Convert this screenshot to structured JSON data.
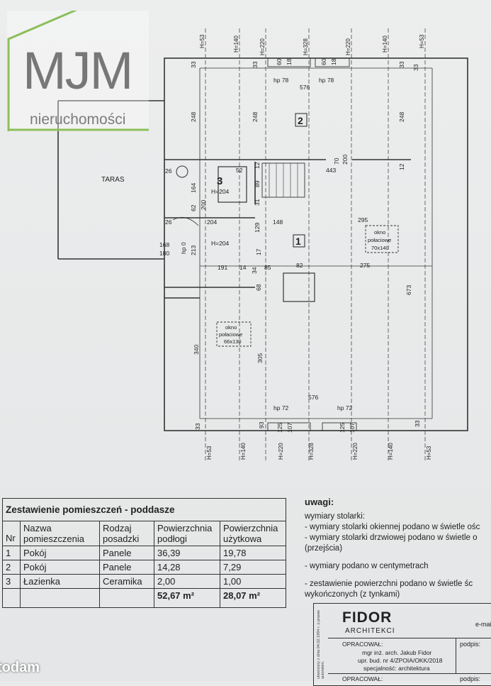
{
  "plan": {
    "height_labels_top": [
      "H=53",
      "H=140",
      "H=220",
      "H=328",
      "H=220",
      "H=140",
      "H=53"
    ],
    "height_labels_bottom": [
      "H=53",
      "H=140",
      "H=220",
      "H=328",
      "H=220",
      "H=140",
      "H=53"
    ],
    "taras": "TARAS",
    "room_numbers": [
      "1",
      "2",
      "3"
    ],
    "dims": {
      "d576_top": "576",
      "d576_bot": "576",
      "hp78a": "hp 78",
      "hp78b": "hp 78",
      "hp72a": "hp 72",
      "hp72b": "hp 72",
      "d248a": "248",
      "d248b": "248",
      "d248c": "248",
      "d33a": "33",
      "d33b": "33",
      "d33c": "33",
      "d33d": "33",
      "d33e": "33",
      "d33f": "33",
      "d60a": "60",
      "d18a": "18",
      "d60b": "60",
      "d18b": "18",
      "d443": "443",
      "d12a": "12",
      "d12b": "12",
      "d70": "70",
      "d200a": "200",
      "d26a": "26",
      "d26b": "26",
      "d52": "52",
      "d164": "164",
      "d89": "89",
      "d31": "31",
      "d62": "62",
      "d200b": "200",
      "d204a": "204",
      "d148": "148",
      "d295": "295",
      "d129": "129",
      "d213": "213",
      "d168": "168",
      "d180": "180",
      "hp0": "hp 0",
      "d191": "191",
      "d14": "14",
      "d85": "85",
      "d82": "82",
      "d275": "275",
      "d34": "34",
      "d17": "17",
      "d68": "68",
      "d673": "673",
      "d340": "340",
      "d305": "305",
      "d125a": "125",
      "d107a": "107",
      "d125b": "125",
      "d107b": "107",
      "d93": "93"
    },
    "h204a": "H=204",
    "h204b": "H=204",
    "okno1": [
      "okno",
      "połaciowe",
      "70x140"
    ],
    "okno2": [
      "okno",
      "połaciowe",
      "66x130"
    ]
  },
  "logo": {
    "mark": "MJM",
    "subtitle": "nieruchomości"
  },
  "table": {
    "title": "Zestawienie pomieszczeń - poddasze",
    "headers": [
      "Nr",
      "Nazwa pomieszczenia",
      "Rodzaj posadzki",
      "Powierzchnia podłogi",
      "Powierzchnia użytkowa"
    ],
    "rows": [
      [
        "1",
        "Pokój",
        "Panele",
        "36,39",
        "19,78"
      ],
      [
        "2",
        "Pokój",
        "Panele",
        "14,28",
        "7,29"
      ],
      [
        "3",
        "Łazienka",
        "Ceramika",
        "2,00",
        "1,00"
      ]
    ],
    "totals": [
      "52,67 m²",
      "28,07 m²"
    ]
  },
  "notes": {
    "heading": "uwagi:",
    "lines": [
      "wymiary stolarki:",
      "- wymiary stolarki okiennej podano w świetle ośc",
      "- wymiary stolarki drzwiowej podano w świetle o",
      "(przejścia)",
      "- wymiary podano w centymetrach",
      "- zestawienie powierzchni podano w świetle śc",
      "wykończonych (z tynkami)"
    ]
  },
  "stamp": {
    "brand": "FIDOR",
    "sub": "ARCHITEKCI",
    "email": "e-mai",
    "opracowal": "OPRACOWAŁ:",
    "name": "mgr inż. arch. Jakub Fidor",
    "lic": "upr. bud. nr 4/ZPOIA/OKK/2018",
    "spec": "specjalność: architektura",
    "podpis": "podpis:",
    "opracowal2": "OPRACOWAŁ:",
    "podpis2": "podpis:",
    "side": "utworzony z dnia 04.02.1994 r. o prawie autorskim."
  },
  "watermark": "todam"
}
